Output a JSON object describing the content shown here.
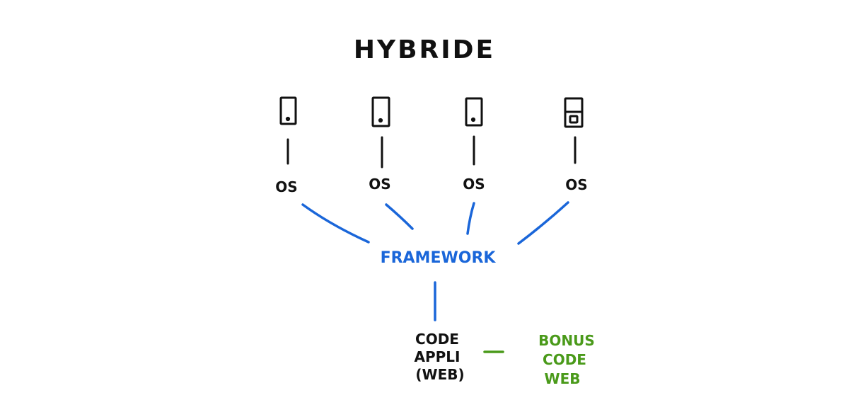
{
  "title": "HYBRIDE",
  "devices": [
    {
      "kind": "phone",
      "os_label": "OS"
    },
    {
      "kind": "phone",
      "os_label": "OS"
    },
    {
      "kind": "phone",
      "os_label": "OS"
    },
    {
      "kind": "phone-with-keypad",
      "os_label": "OS"
    }
  ],
  "framework_label": "FRAMEWORK",
  "app_code": {
    "lines": [
      "CODE",
      "APPLI",
      "(WEB)"
    ]
  },
  "bonus": {
    "lines": [
      "BONUS",
      "CODE",
      "WEB"
    ]
  },
  "colors": {
    "ink": "#111111",
    "framework": "#1a66d9",
    "bonus": "#4a9a1a"
  }
}
